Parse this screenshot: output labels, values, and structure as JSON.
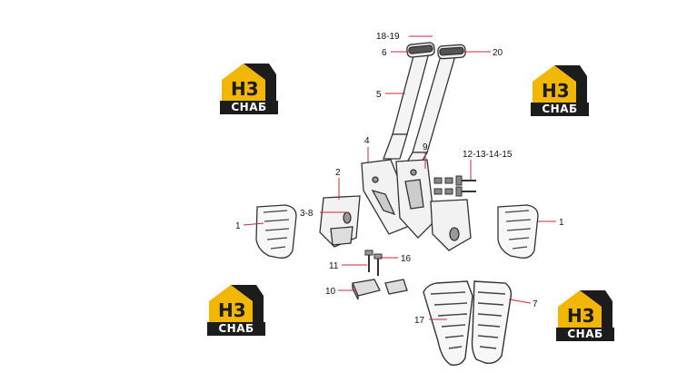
{
  "logo": {
    "mark_h": "H",
    "mark_3": "3",
    "text": "СНАБ",
    "yellow": "#f2b705",
    "dark": "#1c1c1c"
  },
  "callouts": {
    "c18_19": "18-19",
    "c6": "6",
    "c20": "20",
    "c5": "5",
    "c4": "4",
    "c9": "9",
    "c12_15": "12-13-14-15",
    "c2": "2",
    "c3_8": "3-8",
    "c1_left": "1",
    "c1_right": "1",
    "c16": "16",
    "c11": "11",
    "c10": "10",
    "c7": "7",
    "c17": "17"
  },
  "colors": {
    "leader": "#d0243a",
    "part_stroke": "#333333"
  }
}
